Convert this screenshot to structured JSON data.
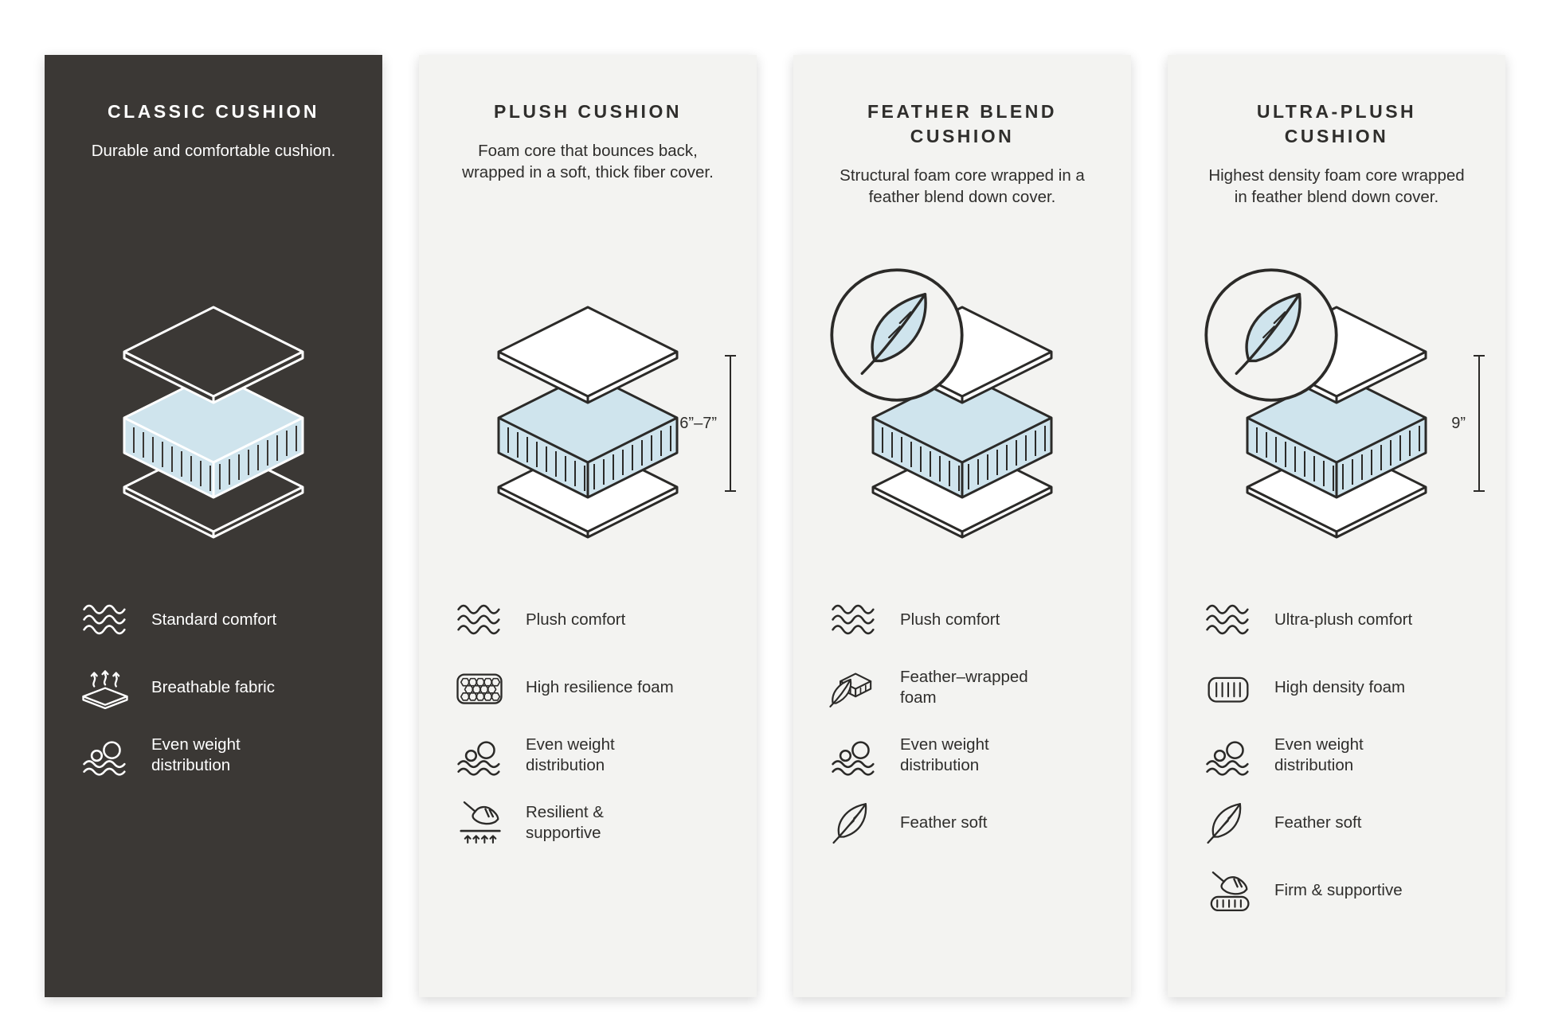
{
  "colors": {
    "page_background": "#ffffff",
    "dark_panel": "#3b3835",
    "light_panel": "#f3f3f1",
    "foam_accent": "#cfe4ed",
    "outline_dark": "#2b2a28",
    "outline_light": "#ffffff"
  },
  "panels": [
    {
      "title": "CLASSIC CUSHION",
      "description": "Durable and comfortable cushion.",
      "illustration": "layered-cushion",
      "features": [
        {
          "icon": "waves-icon",
          "label": "Standard comfort"
        },
        {
          "icon": "breathable-fabric-icon",
          "label": "Breathable fabric"
        },
        {
          "icon": "even-weight-icon",
          "label": "Even weight distribution"
        }
      ]
    },
    {
      "title": "PLUSH CUSHION",
      "description": "Foam core that bounces back, wrapped in a soft, thick fiber cover.",
      "illustration": "layered-cushion",
      "measurement": "6”–7”",
      "features": [
        {
          "icon": "waves-icon",
          "label": "Plush comfort"
        },
        {
          "icon": "honeycomb-foam-icon",
          "label": "High resilience foam"
        },
        {
          "icon": "even-weight-icon",
          "label": "Even weight distribution"
        },
        {
          "icon": "resilient-supportive-icon",
          "label": "Resilient & supportive"
        }
      ]
    },
    {
      "title": "FEATHER BLEND CUSHION",
      "description": "Structural foam core wrapped in a feather blend down cover.",
      "illustration": "layered-cushion",
      "badge": "feather-circle-badge",
      "features": [
        {
          "icon": "waves-icon",
          "label": "Plush comfort"
        },
        {
          "icon": "feather-wrapped-foam-icon",
          "label": "Feather–wrapped foam"
        },
        {
          "icon": "even-weight-icon",
          "label": "Even weight distribution"
        },
        {
          "icon": "feather-icon",
          "label": "Feather soft"
        }
      ]
    },
    {
      "title": "ULTRA-PLUSH CUSHION",
      "description": "Highest density foam core wrapped in feather blend down cover.",
      "illustration": "layered-cushion",
      "badge": "feather-circle-badge",
      "measurement": "9”",
      "features": [
        {
          "icon": "waves-icon",
          "label": "Ultra-plush comfort"
        },
        {
          "icon": "high-density-foam-icon",
          "label": "High density foam"
        },
        {
          "icon": "even-weight-icon",
          "label": "Even weight distribution"
        },
        {
          "icon": "feather-icon",
          "label": "Feather soft"
        },
        {
          "icon": "firm-supportive-icon",
          "label": "Firm & supportive"
        }
      ]
    }
  ]
}
